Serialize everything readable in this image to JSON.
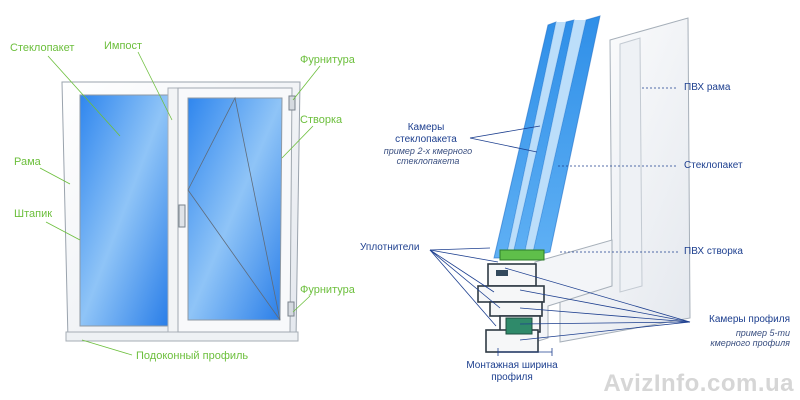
{
  "left_labels": {
    "glass_unit": "Стеклопакет",
    "impost": "Импост",
    "hardware_top": "Фурнитура",
    "sash": "Створка",
    "frame": "Рама",
    "bead": "Штапик",
    "hardware_bottom": "Фурнитура",
    "sill_profile": "Подоконный профиль"
  },
  "right_labels": {
    "glass_chambers": "Камеры стеклопакета",
    "glass_chambers_note": "пример 2-х кмерного стеклопакета",
    "seals": "Уплотнители",
    "mount_width": "Монтажная ширина профиля",
    "pvc_frame": "ПВХ рама",
    "glass_unit": "Стеклопакет",
    "pvc_sash": "ПВХ створка",
    "profile_chambers": "Камеры профиля",
    "profile_chambers_note": "пример 5-ти кмерного профиля"
  },
  "watermark": "AvizInfo.com.ua",
  "colors": {
    "left_label": "#6cbf3c",
    "right_label": "#1d3f8f",
    "glass": "#4aa3f2"
  }
}
